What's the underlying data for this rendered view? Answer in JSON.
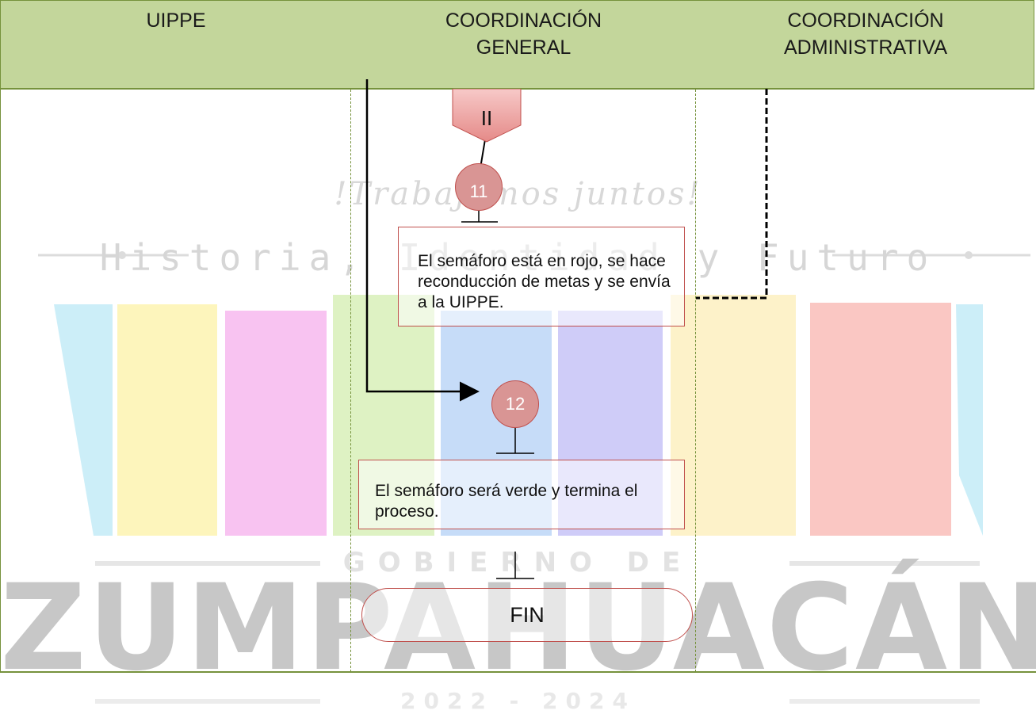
{
  "lanes": [
    {
      "title_line1": "UIPPE",
      "title_line2": ""
    },
    {
      "title_line1": "COORDINACIÓN",
      "title_line2": "GENERAL"
    },
    {
      "title_line1": "COORDINACIÓN",
      "title_line2": "ADMINISTRATIVA"
    }
  ],
  "connector": {
    "label": "II"
  },
  "steps": [
    {
      "number": "11",
      "text": "El semáforo está en rojo, se hace reconducción de metas y se envía a la UIPPE."
    },
    {
      "number": "12",
      "text": "El semáforo será verde y termina el proceso."
    }
  ],
  "end": {
    "label": "FIN"
  },
  "watermark": {
    "slogan": "!Trabajemos juntos!",
    "tagline": "Historia, Identidad y Futuro",
    "gobierno": "GOBIERNO DE",
    "municipio": "ZUMPAHUACÁN",
    "years": "2022 - 2024"
  },
  "colors": {
    "header_bg": "#c3d69b",
    "border_green": "#76923c",
    "step_border": "#c0504d",
    "step_circle": "#d99594",
    "connector_fill": "#f2a7a6"
  }
}
